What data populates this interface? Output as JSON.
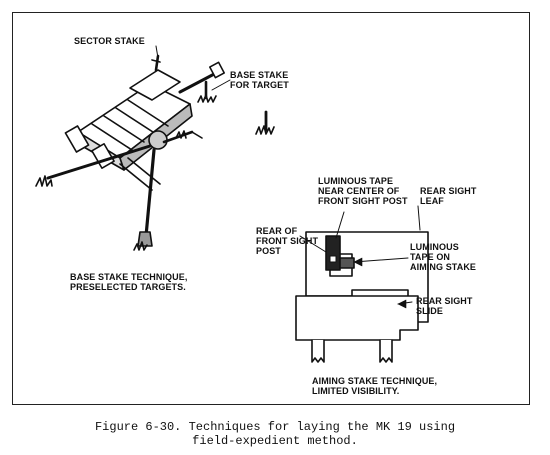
{
  "figure": {
    "caption": "Figure 6-30.  Techniques for laying the MK 19 using\nfield-expedient method."
  },
  "left_panel": {
    "sector_stake_label": "SECTOR STAKE",
    "base_stake_label": "BASE STAKE\nFOR TARGET",
    "technique_label": "BASE STAKE TECHNIQUE,\nPRESELECTED TARGETS."
  },
  "right_panel": {
    "luminous_tape_front_label": "LUMINOUS TAPE\nNEAR CENTER OF\nFRONT SIGHT POST",
    "rear_sight_leaf_label": "REAR SIGHT\nLEAF",
    "rear_front_sight_post_label": "REAR OF\nFRONT SIGHT\nPOST",
    "luminous_tape_aiming_label": "LUMINOUS\nTAPE ON\nAIMING STAKE",
    "rear_sight_slide_label": "REAR SIGHT\nSLIDE",
    "technique_label": "AIMING STAKE TECHNIQUE,\nLIMITED VISIBILITY."
  }
}
